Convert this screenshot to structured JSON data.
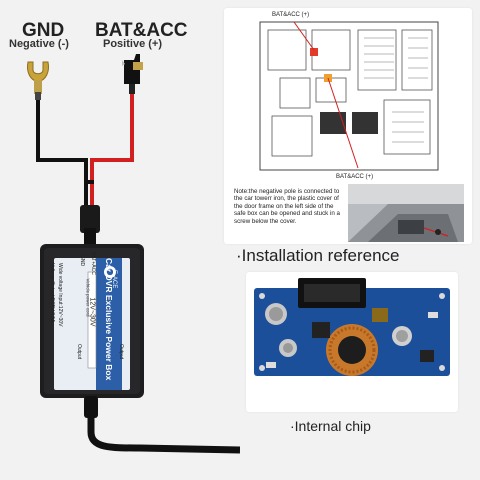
{
  "gnd": {
    "title": "GND",
    "subtitle": "Negative (-)"
  },
  "bat": {
    "title": "BAT&ACC",
    "subtitle": "Positive (+)"
  },
  "fuse_top_label": "BAT&ACC (+)",
  "fuse_bottom_label": "BAT&ACC (+)",
  "install_note": "Note:the negative pole is connected to the car towerr iron, the plastic cover of the door frame on the left side of the safe box can be opened and stuck in a screw below the cover.",
  "installation_caption": "·Installation reference",
  "chip_caption": "·Internal chip",
  "box": {
    "brand": "E-ACE",
    "title": "Car DVR Exclusive Power Box",
    "input_label": "BAT+ACC",
    "gnd_label": "GND",
    "output_label": "Output",
    "output_label2": "Output",
    "voltage_line1": "Wide voltage Input:12V~30V",
    "voltage_line2": "Voltage Output:DC5V 2.5A",
    "rating": "12V~30V",
    "side_text": "Vehicle power cord"
  },
  "colors": {
    "wire_red": "#d21f1f",
    "wire_black": "#111111",
    "box_body": "#1d1d1f",
    "label_blue": "#2c5fa8",
    "pcb_blue": "#1c4f9a"
  }
}
